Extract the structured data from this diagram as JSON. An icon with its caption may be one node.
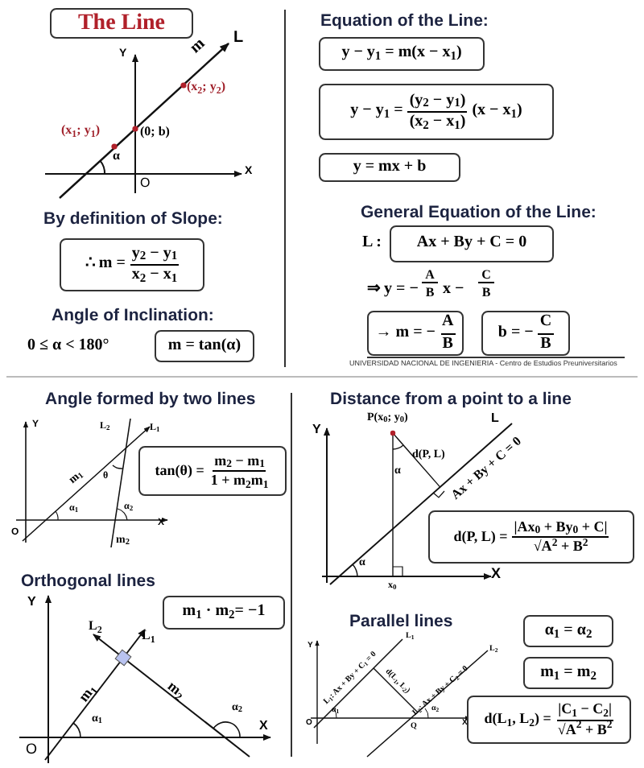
{
  "diagram": {
    "nodes": [
      {
        "text": [
          "The Line"
        ]
      },
      {
        "text": [
          "∴ m =",
          "y$_{2}$ − y$_{1}$",
          "x$_{2}$ − x$_{1}$"
        ]
      },
      {
        "text": [
          "m = tan(α)"
        ]
      },
      {
        "text": [
          "y − y$_{1}$ = m(x − x$_{1}$)"
        ]
      },
      {
        "text": [
          "y − y$_{1}$ =",
          "(y$_{2}$ − y$_{1}$)",
          "(x$_{2}$ − x$_{1}$)",
          "(x − x$_{1}$)"
        ]
      },
      {
        "text": [
          "y = mx + b"
        ]
      },
      {
        "text": [
          "Ax + By + C = 0"
        ],
        "beside": [
          "L :"
        ]
      },
      {
        "text": [
          "→ m = −",
          "A",
          "B"
        ]
      },
      {
        "text": [
          "b = −",
          "C",
          "B"
        ]
      },
      {
        "text": [
          "tan(θ) =",
          "m$_{2}$ − m$_{1}$",
          "1 + m$_{2}$m$_{1}$"
        ]
      },
      {
        "text": [
          "d(P, L) =",
          "|Ax$_{0}$ + By$_{0}$ + C|",
          "√A$^{2}$ + B$^{2}$"
        ]
      },
      {
        "text": [
          "m$_{1}$ · m$_{2}$= −1"
        ]
      },
      {
        "text": [
          "α$_{1}$ = α$_{2}$"
        ]
      },
      {
        "text": [
          "m$_{1}$ = m$_{2}$"
        ]
      },
      {
        "text": [
          "d(L$_{1}$, L$_{2}$) =",
          "|C$_{1}$ − C$_{2}$|",
          "√A$^{2}$ + B$^{2}$"
        ]
      }
    ],
    "labels": [
      "L",
      "m",
      "Y",
      "(x$_{2}$; y$_{2}$)",
      "(x$_{1}$; y$_{1}$)",
      "(0; b)",
      "α",
      "X",
      "O",
      "By definition of Slope:",
      "Angle of Inclination:",
      "0 ≤ α < 180°",
      "Equation of the Line:",
      "General Equation of the Line:",
      "⇒ y = −",
      "A",
      "B",
      "x −",
      "C",
      "B",
      "UNIVERSIDAD NACIONAL DE INGENIERIA - Centro de Estudios Preuniversitarios",
      "Angle formed by two lines",
      "Y",
      "L$_{2}$",
      "L$_{1}$",
      "m$_{1}$",
      "θ",
      "α$_{1}$",
      "α$_{2}$",
      "O",
      "X",
      "m$_{2}$",
      "Distance from a point to a line",
      "P(x$_{0}$; y$_{0}$)",
      "L",
      "Y",
      "d(P, L)",
      "α",
      "Ax + By + C = 0",
      "α",
      "x$_{0}$",
      "X",
      "Orthogonal lines",
      "Y",
      "L$_{2}$",
      "L$_{1}$",
      "m$_{1}$",
      "m$_{2}$",
      "α$_{1}$",
      "α$_{2}$",
      "X",
      "O",
      "Parallel lines",
      "Y",
      "L$_{1}$: Ax + By + C$_{1}$ = 0",
      "L$_{1}$",
      "d(L$_{1}$, L$_{2}$)",
      "L$_{2}$: Ax + By + C$_{2}$ = 0",
      "L$_{2}$",
      "α$_{1}$",
      "α$_{2}$",
      "O",
      "Q",
      "X"
    ]
  }
}
